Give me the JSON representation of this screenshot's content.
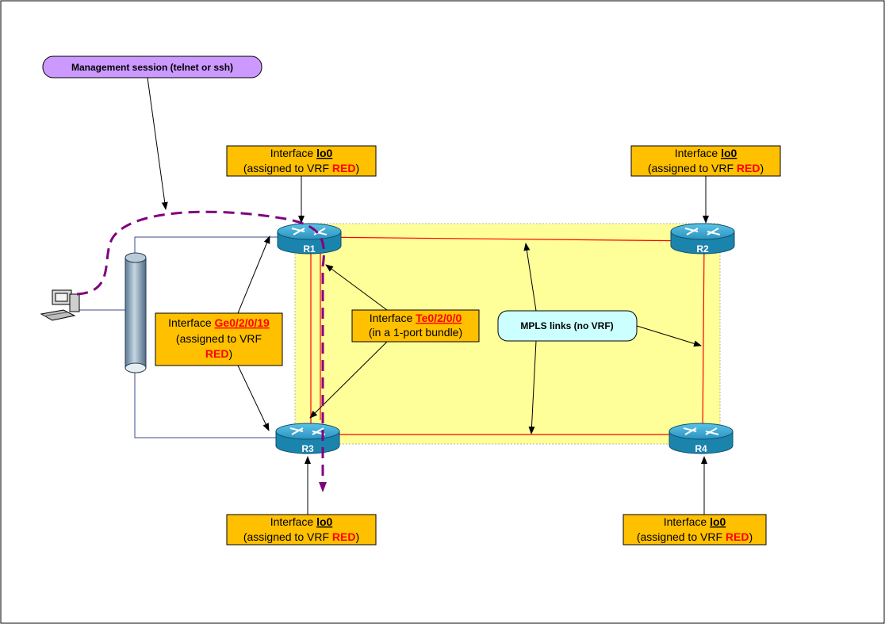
{
  "management": {
    "label": "Management session (telnet or ssh)"
  },
  "routers": [
    {
      "id": "R1",
      "label": "R1"
    },
    {
      "id": "R2",
      "label": "R2"
    },
    {
      "id": "R3",
      "label": "R3"
    },
    {
      "id": "R4",
      "label": "R4"
    }
  ],
  "loopback_boxes": [
    {
      "router": "R1",
      "prefix": "Interface ",
      "iface": "lo0",
      "line2": "(assigned to VRF ",
      "vrf": "RED",
      "close": ")"
    },
    {
      "router": "R2",
      "prefix": "Interface ",
      "iface": "lo0",
      "line2": "(assigned to VRF ",
      "vrf": "RED",
      "close": ")"
    },
    {
      "router": "R3",
      "prefix": "Interface ",
      "iface": "lo0",
      "line2": "(assigned to VRF ",
      "vrf": "RED",
      "close": ")"
    },
    {
      "router": "R4",
      "prefix": "Interface ",
      "iface": "lo0",
      "line2": "(assigned to VRF ",
      "vrf": "RED",
      "close": ")"
    }
  ],
  "ge_box": {
    "prefix": "Interface ",
    "iface": "Ge0/2/0/19",
    "line2": "(assigned to VRF",
    "vrf": "RED",
    "close": ")"
  },
  "te_box": {
    "prefix": "Interface ",
    "iface": "Te0/2/0/0",
    "line2": "(in a 1-port bundle)"
  },
  "mpls": {
    "label": "MPLS links (no VRF)"
  },
  "colors": {
    "callout_fill": "#ffc000",
    "mpls_area": "#ffff99",
    "mpls_link": "#ff0000",
    "management_fill": "#cc99ff",
    "mpls_label_fill": "#ccffff",
    "session_path": "#800080",
    "router_body": "#1f8fb8"
  }
}
